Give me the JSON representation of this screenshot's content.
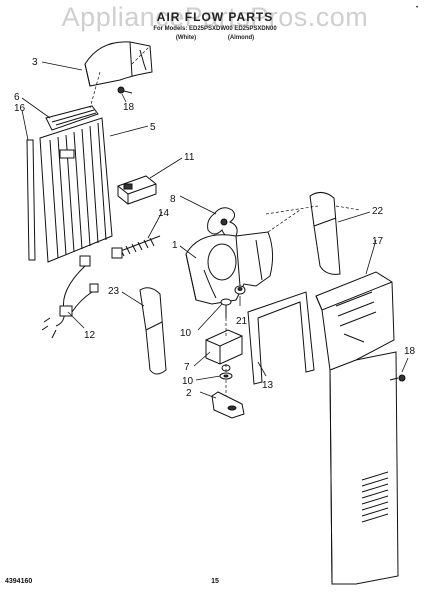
{
  "watermark": "AppliancePartsPros.com",
  "title": {
    "main": "AIR FLOW PARTS",
    "models": "For Models: ED25PSXDW00 ED25PSXDN00",
    "variants": "(White) (Almond)"
  },
  "corner_mark": "•",
  "footer": {
    "part_code": "4394160",
    "page_number": "15"
  },
  "callouts": {
    "c3": "3",
    "c6": "6",
    "c16": "16",
    "c5": "5",
    "c18a": "18",
    "c11": "11",
    "c8": "8",
    "c14": "14",
    "c1": "1",
    "c22": "22",
    "c17": "17",
    "c23": "23",
    "c10a": "10",
    "c21": "21",
    "c12": "12",
    "c7": "7",
    "c10b": "10",
    "c13": "13",
    "c18b": "18",
    "c2": "2"
  }
}
